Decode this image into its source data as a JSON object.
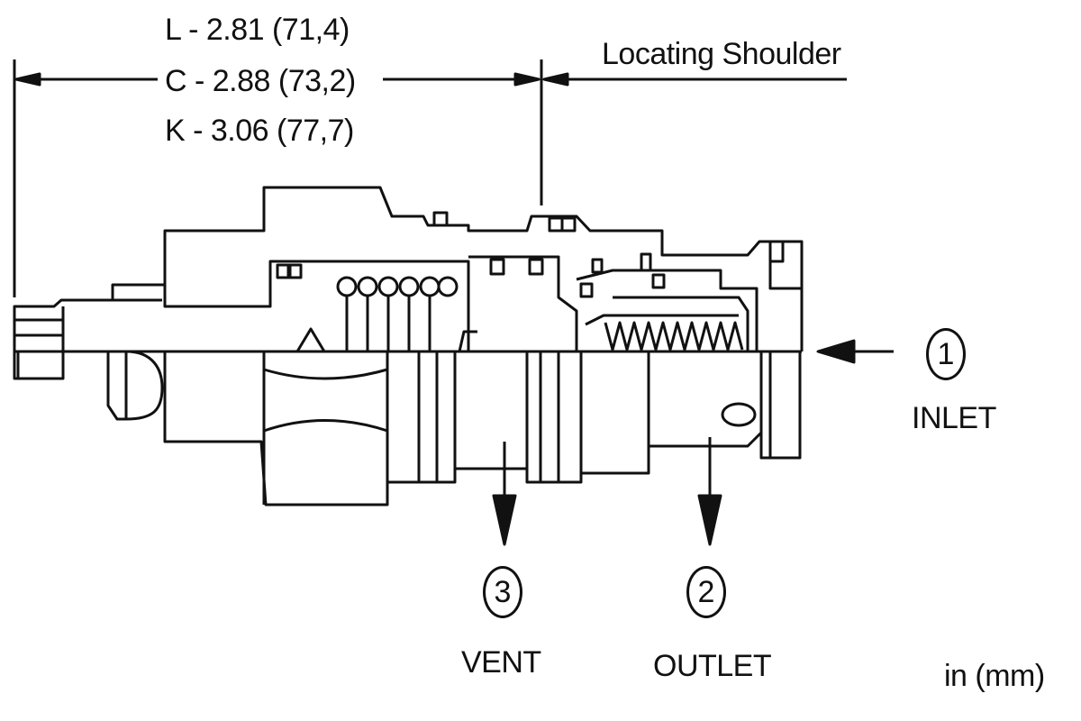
{
  "dimensions": {
    "l_model": "L - 2.81 (71,4)",
    "c_model": "C - 2.88 (73,2)",
    "k_model": "K - 3.06 (77,7)"
  },
  "locating_shoulder": "Locating Shoulder",
  "units": "in (mm)",
  "ports": [
    {
      "number": "1",
      "name": "INLET"
    },
    {
      "number": "2",
      "name": "OUTLET"
    },
    {
      "number": "3",
      "name": "VENT"
    }
  ],
  "colors": {
    "line": "#111111",
    "background": "#ffffff"
  }
}
